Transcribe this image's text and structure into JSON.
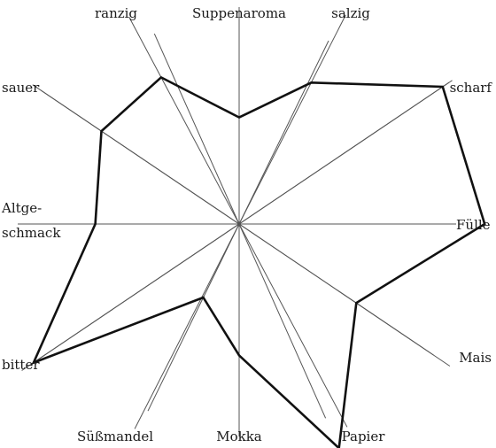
{
  "chart_data": {
    "type": "radar",
    "axes": [
      {
        "label": [
          "Suppenaroma"
        ],
        "value": 0.43
      },
      {
        "label": [
          "salzig"
        ],
        "value": 0.64
      },
      {
        "label": [
          "scharf"
        ],
        "value": 0.99
      },
      {
        "label": [
          "Fülle"
        ],
        "value": 0.99
      },
      {
        "label": [
          "Mais"
        ],
        "value": 0.57
      },
      {
        "label": [
          "Papier"
        ],
        "value": 0.99
      },
      {
        "label": [
          "Mokka"
        ],
        "value": 0.53
      },
      {
        "label": [
          "Süßmandel"
        ],
        "value": 0.33
      },
      {
        "label": [
          "bitter"
        ],
        "value": 1.0
      },
      {
        "label": [
          "Altge-",
          "schmack"
        ],
        "value": 0.58
      },
      {
        "label": [
          "sauer"
        ],
        "value": 0.67
      },
      {
        "label": [
          "ranzig"
        ],
        "value": 0.67
      }
    ],
    "grid": false,
    "legend": false,
    "colors": {
      "axis": "#555555",
      "profile": "#111111",
      "text": "#1a1a1a"
    }
  }
}
